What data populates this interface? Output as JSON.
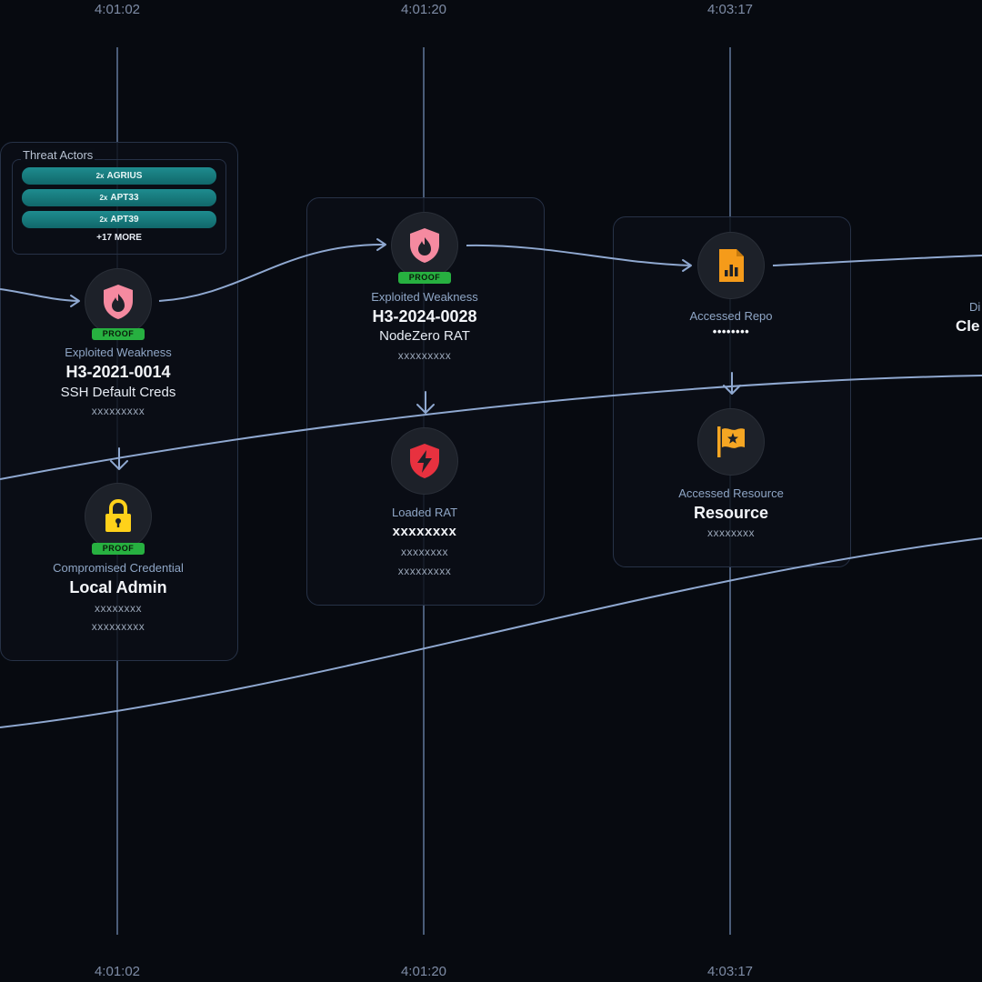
{
  "timeline": {
    "times_top": [
      "4:01:02",
      "4:01:20",
      "4:03:17"
    ],
    "times_bottom": [
      "4:01:02",
      "4:01:20",
      "4:03:17"
    ]
  },
  "threat_actors": {
    "title": "Threat Actors",
    "items": [
      "AGRIUS",
      "APT33",
      "APT39"
    ],
    "more": "+17 MORE"
  },
  "col1": {
    "node1": {
      "badge": "PROOF",
      "category": "Exploited Weakness",
      "id": "H3-2021-0014",
      "name": "SSH Default Creds",
      "detail": "xxxxxxxxx",
      "icon": "shield-flame-icon",
      "color": "#f58aa0"
    },
    "node2": {
      "badge": "PROOF",
      "category": "Compromised Credential",
      "name": "Local Admin",
      "detail1": "xxxxxxxx",
      "detail2": "xxxxxxxxx",
      "icon": "padlock-icon",
      "color": "#ffd11a"
    }
  },
  "col2": {
    "node1": {
      "badge": "PROOF",
      "category": "Exploited Weakness",
      "id": "H3-2024-0028",
      "name": "NodeZero RAT",
      "detail": "xxxxxxxxx",
      "icon": "shield-flame-icon",
      "color": "#f58aa0"
    },
    "node2": {
      "category": "Loaded RAT",
      "name": "xxxxxxxx",
      "detail1": "xxxxxxxx",
      "detail2": "xxxxxxxxx",
      "icon": "shield-lightning-icon",
      "color": "#e8313f"
    }
  },
  "col3": {
    "node1": {
      "category": "Accessed Repo",
      "name": "••••••••",
      "icon": "document-chart-icon",
      "color": "#f59b1a"
    },
    "node2": {
      "category": "Accessed Resource",
      "name": "Resource",
      "detail": "xxxxxxxx",
      "icon": "flag-star-icon",
      "color": "#f5a623"
    }
  },
  "col4": {
    "category_partial": "Di",
    "name_partial": "Cle"
  }
}
